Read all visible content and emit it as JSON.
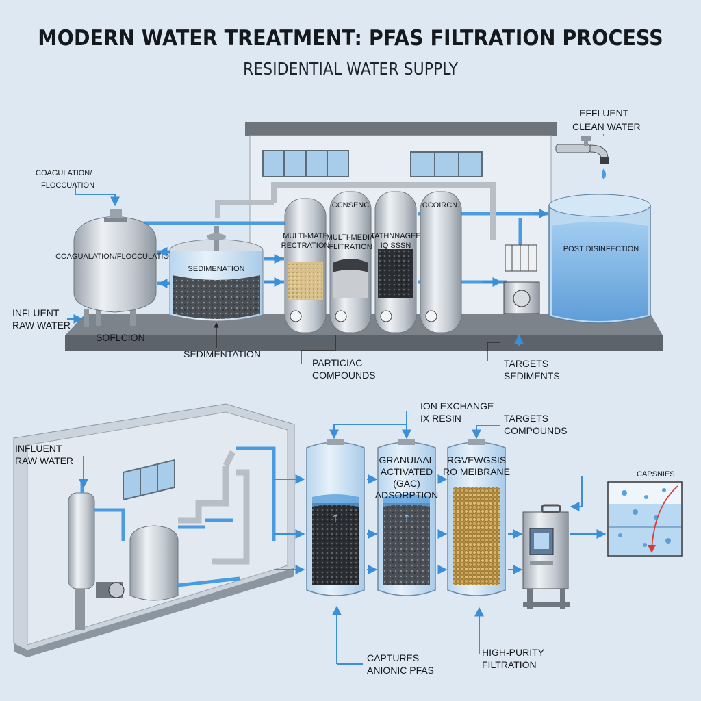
{
  "title": "MODERN WATER TREATMENT: PFAS FILTRATION PROCESS",
  "subtitle": "RESIDENTIAL WATER SUPPLY",
  "top": {
    "coag_callout": [
      "COAGULATION/",
      "FLOCCUATION"
    ],
    "coag_tank_label": "COAGUALATION/FLOCCULATION",
    "sedimentation_tank_label": "SEDIMENATION",
    "sedimentation_callout": "SEDIMENTATION",
    "influent": [
      "INFLUENT",
      "RAW WATER"
    ],
    "solution": "SOFLCION",
    "column1_label": [
      "MULTI-MATE",
      "RECTRATION"
    ],
    "column2_top": "CCNSENC",
    "column2_label": [
      "MULTI-MEDIA",
      "FLITRATION"
    ],
    "column3_label": [
      "TATHNNAGEE",
      "IQ SSSN"
    ],
    "column4_top": "CCOIRCN.",
    "post_disinfection": "POST DISINFECTION",
    "effluent": [
      "EFFLUENT",
      "CLEAN WATER"
    ],
    "particiac": [
      "PARTICIAC",
      "COMPOUNDS"
    ],
    "targets_sediments": [
      "TARGETS",
      "SEDIMENTS"
    ]
  },
  "bottom": {
    "influent": [
      "INFLUENT",
      "RAW WATER"
    ],
    "ion_exchange": [
      "ION EXCHANGE",
      "IX RESIN"
    ],
    "targets_compounds": [
      "TARGETS",
      "COMPOUNDS"
    ],
    "gac": [
      "GRANUIAAL",
      "ACTIVATED",
      "(GAC)",
      "ADSORPTION"
    ],
    "ro": [
      "RGVEWGSIS",
      "RO MEIBRANE"
    ],
    "capsules": "CAPSNIES",
    "captures": [
      "CAPTURES",
      "ANIONIC PFAS"
    ],
    "high_purity": [
      "HIGH-PURITY",
      "FILTRATION"
    ]
  },
  "colors": {
    "background": "#dde8f2",
    "pipe": "#4b9be0",
    "arrow": "#3b8fd8",
    "steel": "#c9ced4",
    "water": "#7fb7e6",
    "building": "#e9eef4"
  }
}
